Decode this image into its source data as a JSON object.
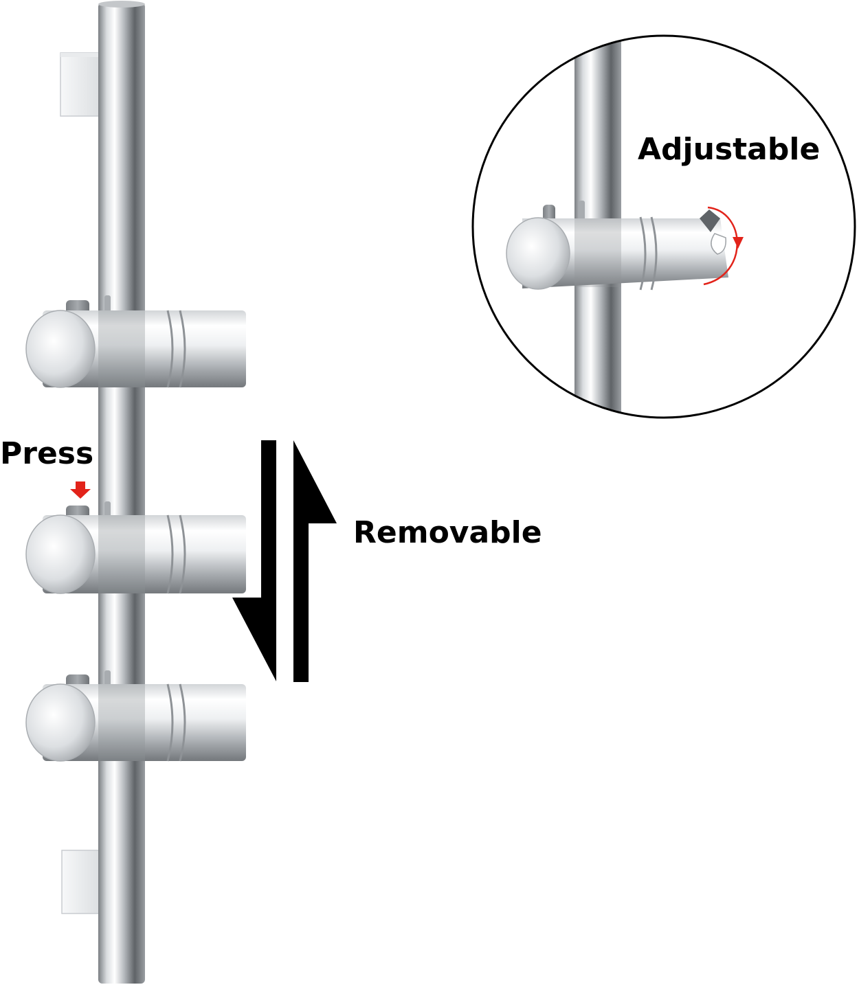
{
  "labels": {
    "press": "Press",
    "removable": "Removable",
    "adjustable": "Adjustable"
  },
  "icons": {
    "press_indicator": "red-down-arrow-icon",
    "removable_indicator": "up-down-arrows-icon",
    "adjustable_indicator": "rotation-arrow-icon"
  },
  "colors": {
    "text": "#000000",
    "accent": "#e2231a",
    "chrome_dark": "#6e7276",
    "chrome_light": "#f4f5f6",
    "button_gray": "#8a8e92"
  }
}
